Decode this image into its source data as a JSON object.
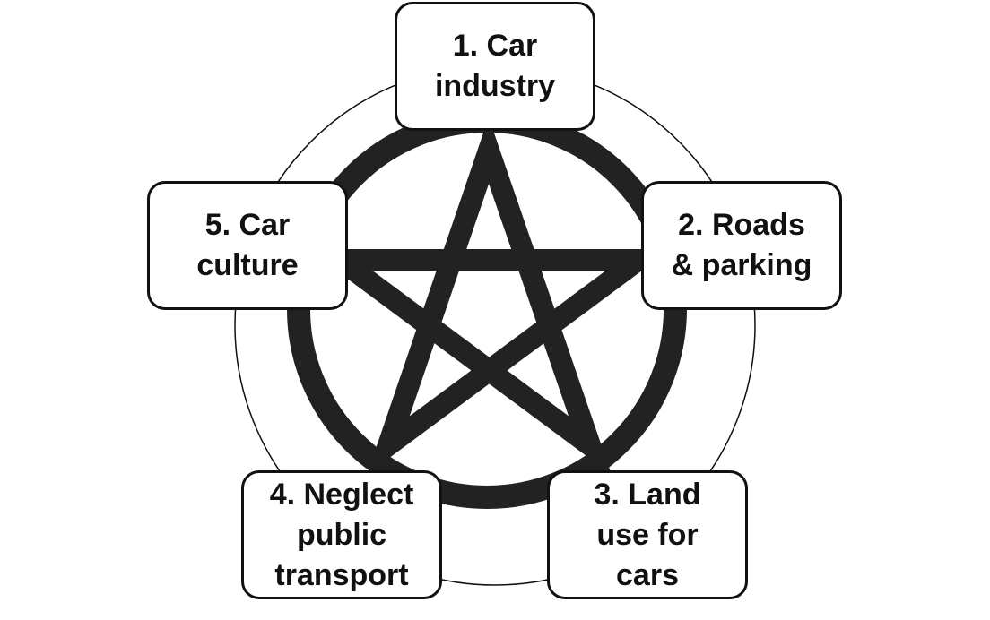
{
  "diagram": {
    "boxes": [
      {
        "id": 1,
        "lines": [
          "1. Car",
          "industry"
        ]
      },
      {
        "id": 2,
        "lines": [
          "2. Roads",
          "& parking"
        ]
      },
      {
        "id": 3,
        "lines": [
          "3. Land",
          "use for",
          "cars"
        ]
      },
      {
        "id": 4,
        "lines": [
          "4. Neglect",
          "public",
          "transport"
        ]
      },
      {
        "id": 5,
        "lines": [
          "5. Car",
          "culture"
        ]
      }
    ],
    "colors": {
      "stroke": "#222222",
      "box_border": "#111111",
      "background": "#ffffff"
    },
    "icon": "pentagram-icon"
  }
}
